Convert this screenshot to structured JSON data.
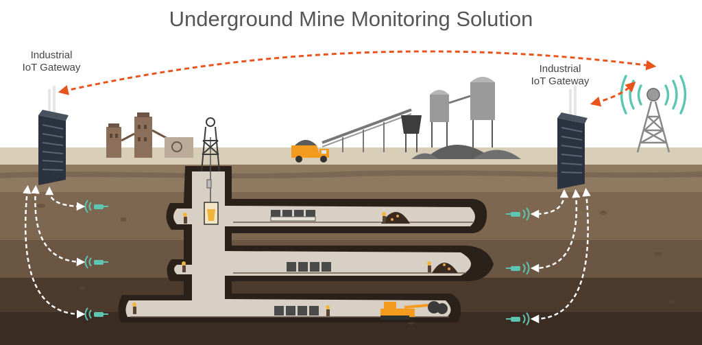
{
  "title": "Underground Mine Monitoring Solution",
  "gateways": [
    {
      "line1": "Industrial",
      "line2": "IoT Gateway"
    },
    {
      "line1": "Industrial",
      "line2": "IoT Gateway"
    }
  ],
  "colors": {
    "sky": "#ffffff",
    "surface": "#d8cdb6",
    "soil_top": "#8f7a61",
    "soil_mid": "#6b5643",
    "soil_low": "#4c3b2d",
    "soil_bottom": "#3a2c22",
    "tunnel": "#d9d0c5",
    "tunnel_edge": "#2b211b",
    "wireless_link": "#e8541c",
    "wired_link": "#ffffff",
    "sensor": "#5cc6b3",
    "signal": "#5cc6b3",
    "truck": "#f39a1f",
    "silo": "#9a9a9a"
  },
  "icons": {
    "gateway": "industrial-gateway-icon",
    "tower": "cell-tower-icon",
    "sensor": "wireless-sensor-icon",
    "headframe": "mine-headframe-icon",
    "truck": "dump-truck-icon",
    "silo": "silo-icon",
    "mine-cart": "mine-cart-icon",
    "miner": "miner-icon",
    "excavator": "excavator-icon"
  }
}
